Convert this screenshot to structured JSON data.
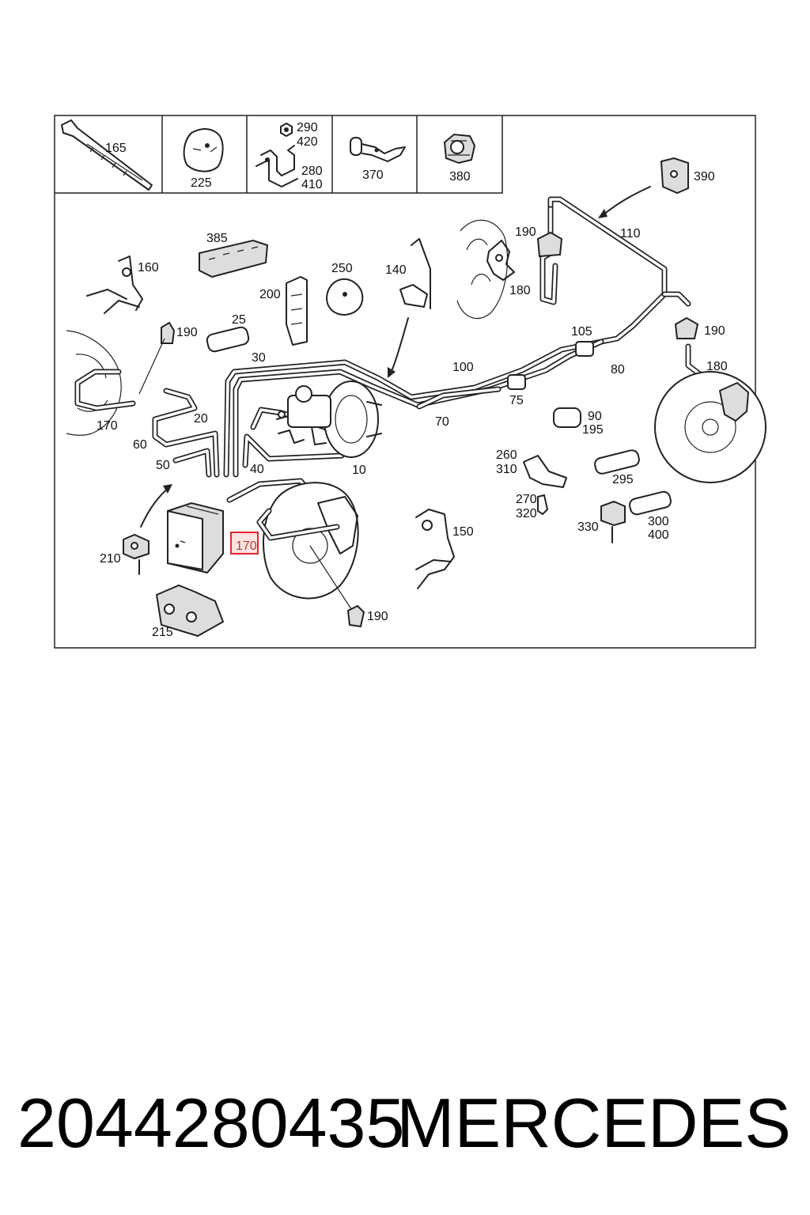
{
  "labels": {
    "l165": "165",
    "l225": "225",
    "l290": "290",
    "l420": "420",
    "l280": "280",
    "l410": "410",
    "l370": "370",
    "l380": "380",
    "l390": "390",
    "l110": "110",
    "l190a": "190",
    "l180a": "180",
    "l385": "385",
    "l160": "160",
    "l250": "250",
    "l140": "140",
    "l200": "200",
    "l190b": "190",
    "l25": "25",
    "l105": "105",
    "l190c": "190",
    "l100": "100",
    "l80": "80",
    "l180b": "180",
    "l30": "30",
    "l75": "75",
    "l170a": "170",
    "l20": "20",
    "l70": "70",
    "l90": "90",
    "l195": "195",
    "l60": "60",
    "l260": "260",
    "l310": "310",
    "l50": "50",
    "l40": "40",
    "l10": "10",
    "l295": "295",
    "l270": "270",
    "l320": "320",
    "l150": "150",
    "l330": "330",
    "l300": "300",
    "l400": "400",
    "l170b": "170",
    "l210": "210",
    "l190d": "190",
    "l215": "215"
  },
  "highlight": {
    "label": "170",
    "color": "#e3262d",
    "fill": "#fbe3e3"
  },
  "footer": {
    "part_number": "2044280435",
    "brand": "MERCEDES"
  }
}
